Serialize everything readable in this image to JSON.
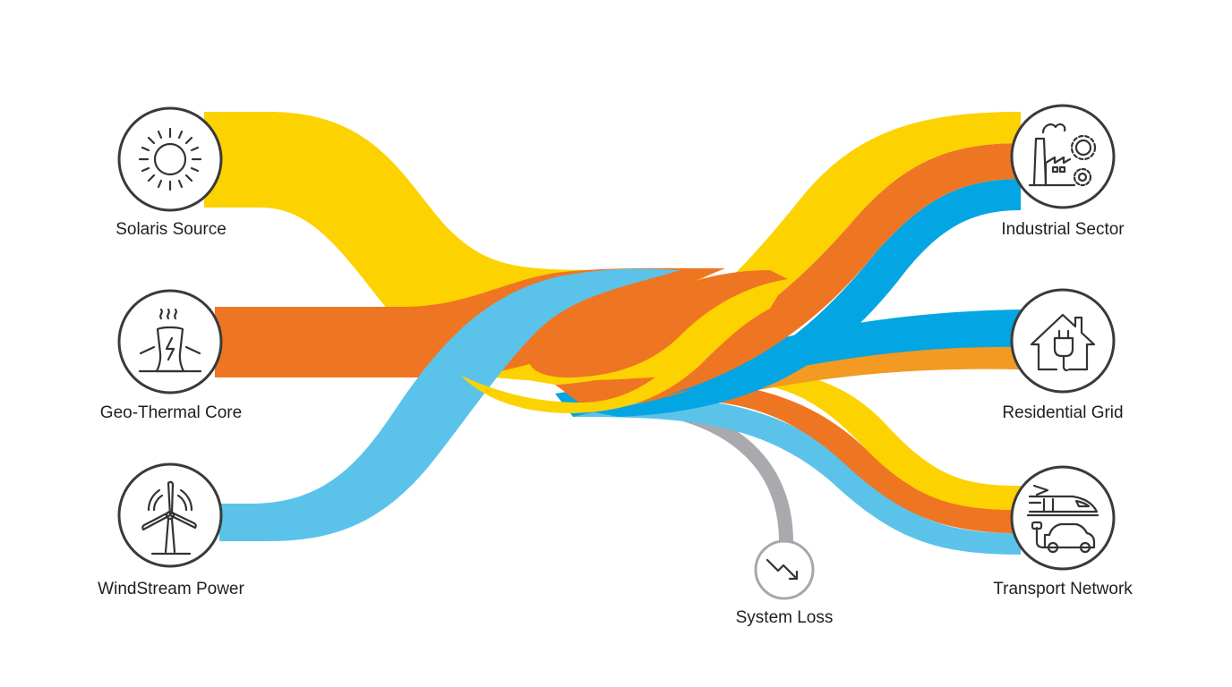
{
  "diagram": {
    "type": "sankey-flow",
    "colors": {
      "solar": "#FCD200",
      "geothermal": "#EE7623",
      "wind": "#5BC3EA",
      "wind_dark": "#04A5E3",
      "residential_orange": "#F29A21",
      "loss": "#A9AAAD",
      "node_stroke": "#3A3A3A",
      "label": "#1F1F1F"
    },
    "sources": [
      {
        "id": "solar",
        "label": "Solaris Source",
        "icon": "sun-icon"
      },
      {
        "id": "geothermal",
        "label": "Geo-Thermal Core",
        "icon": "geothermal-plant-icon"
      },
      {
        "id": "wind",
        "label": "WindStream Power",
        "icon": "wind-turbine-icon"
      }
    ],
    "targets": [
      {
        "id": "industrial",
        "label": "Industrial Sector",
        "icon": "factory-gears-icon"
      },
      {
        "id": "residential",
        "label": "Residential Grid",
        "icon": "house-plug-icon"
      },
      {
        "id": "transport",
        "label": "Transport Network",
        "icon": "train-car-icon"
      }
    ],
    "loss": {
      "id": "loss",
      "label": "System Loss",
      "icon": "trend-down-icon"
    },
    "flows": [
      {
        "from": "Solaris Source",
        "to": "Industrial Sector",
        "color": "solar"
      },
      {
        "from": "Geo-Thermal Core",
        "to": "Industrial Sector",
        "color": "geothermal"
      },
      {
        "from": "WindStream Power",
        "to": "Industrial Sector",
        "color": "wind_dark"
      },
      {
        "from": "WindStream Power",
        "to": "Residential Grid",
        "color": "wind_dark"
      },
      {
        "from": "Geo-Thermal Core",
        "to": "Residential Grid",
        "color": "residential_orange"
      },
      {
        "from": "Solaris Source",
        "to": "Transport Network",
        "color": "solar"
      },
      {
        "from": "Geo-Thermal Core",
        "to": "Transport Network",
        "color": "geothermal"
      },
      {
        "from": "WindStream Power",
        "to": "Transport Network",
        "color": "wind"
      },
      {
        "from": "WindStream Power",
        "to": "System Loss",
        "color": "loss"
      }
    ]
  }
}
